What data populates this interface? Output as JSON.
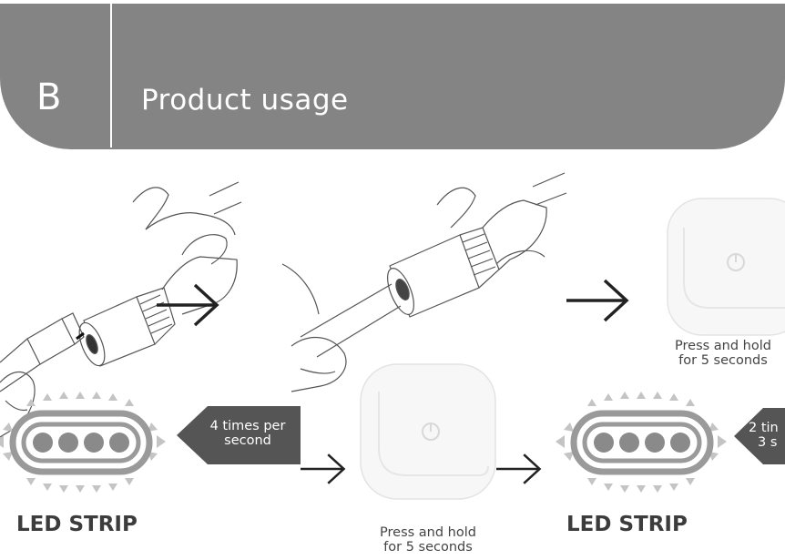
{
  "header": {
    "section_letter": "B",
    "title": "Product usage"
  },
  "steps": {
    "button_caption_1": [
      "Press and hold",
      "for 5 seconds"
    ],
    "button_caption_2": [
      "Press and hold",
      "for 5 seconds"
    ],
    "flash_1": [
      "4 times per",
      "second"
    ],
    "flash_2": [
      "2 tin",
      "3 s"
    ],
    "led_label_1": "LED STRIP",
    "led_label_2": "LED STRIP"
  },
  "colors": {
    "header_bg": "#848484",
    "led_gray": "#888888",
    "ray_gray": "#c0c0c0",
    "bubble_bg": "#555555"
  }
}
